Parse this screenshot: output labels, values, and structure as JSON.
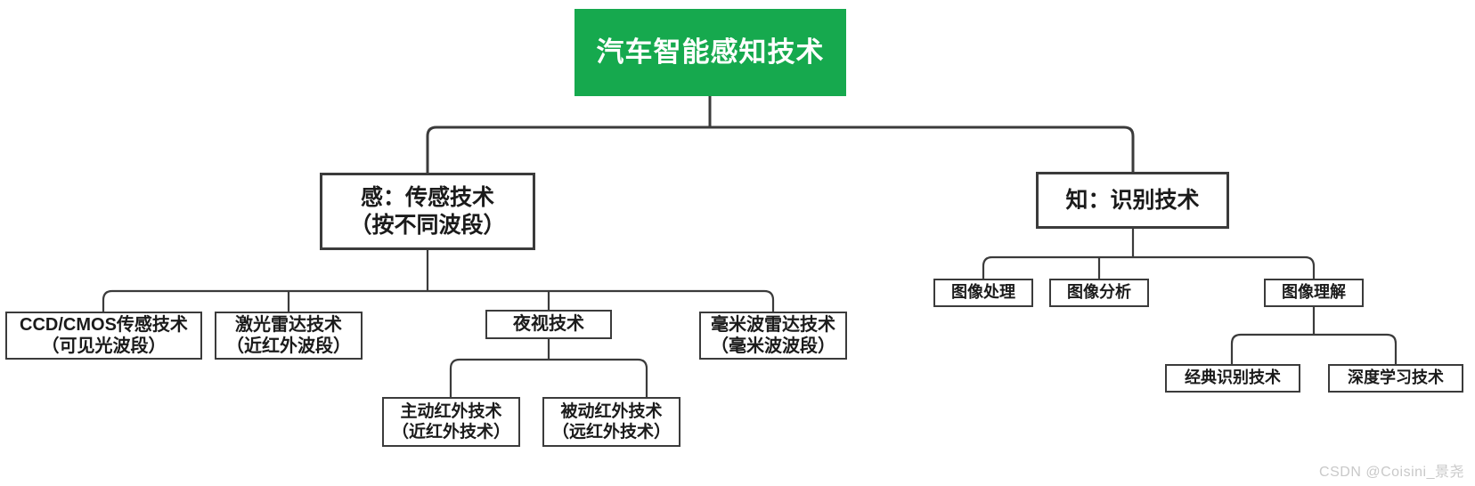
{
  "diagram": {
    "title": "汽车智能感知技术",
    "type": "tree",
    "root": {
      "label": "汽车智能感知技术",
      "color": "#16a94e",
      "text_color": "#ffffff"
    },
    "branches": [
      {
        "id": "sense",
        "label_line1": "感：传感技术",
        "label_line2": "（按不同波段）",
        "children": [
          {
            "id": "ccd",
            "label_line1": "CCD/CMOS传感技术",
            "label_line2": "（可见光波段）"
          },
          {
            "id": "lidar",
            "label_line1": "激光雷达技术",
            "label_line2": "（近红外波段）"
          },
          {
            "id": "night",
            "label_line1": "夜视技术",
            "label_line2": "",
            "children": [
              {
                "id": "active-ir",
                "label_line1": "主动红外技术",
                "label_line2": "（近红外技术）"
              },
              {
                "id": "passive-ir",
                "label_line1": "被动红外技术",
                "label_line2": "（远红外技术）"
              }
            ]
          },
          {
            "id": "mmwave",
            "label_line1": "毫米波雷达技术",
            "label_line2": "（毫米波波段）"
          }
        ]
      },
      {
        "id": "recognize",
        "label_line1": "知：识别技术",
        "label_line2": "",
        "children": [
          {
            "id": "img-process",
            "label_line1": "图像处理",
            "label_line2": ""
          },
          {
            "id": "img-analyze",
            "label_line1": "图像分析",
            "label_line2": ""
          },
          {
            "id": "img-understand",
            "label_line1": "图像理解",
            "label_line2": "",
            "children": [
              {
                "id": "classic-rec",
                "label_line1": "经典识别技术",
                "label_line2": ""
              },
              {
                "id": "deep-learn",
                "label_line1": "深度学习技术",
                "label_line2": ""
              }
            ]
          }
        ]
      }
    ],
    "edge_color": "#3b3b3b",
    "border_color": "#3b3b3b"
  },
  "watermark": {
    "text": "CSDN @Coisini_景尧"
  }
}
